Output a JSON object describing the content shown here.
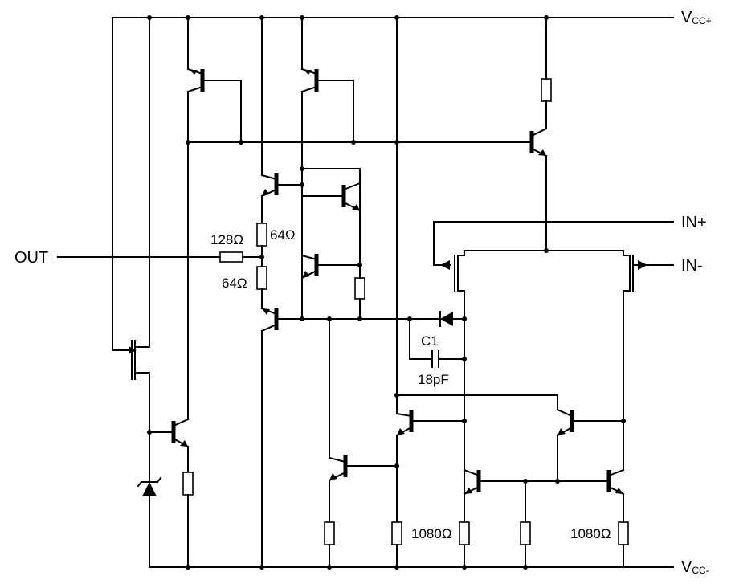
{
  "labels": {
    "vcc_plus_main": "V",
    "vcc_plus_sub": "CC+",
    "vcc_minus_main": "V",
    "vcc_minus_sub": "CC-",
    "in_plus": "IN+",
    "in_minus": "IN-",
    "out": "OUT",
    "r_128": "128Ω",
    "r_64_a": "64Ω",
    "r_64_b": "64Ω",
    "c1_name": "C1",
    "c1_value": "18pF",
    "r_1080_left": "1080Ω",
    "r_1080_right": "1080Ω"
  }
}
